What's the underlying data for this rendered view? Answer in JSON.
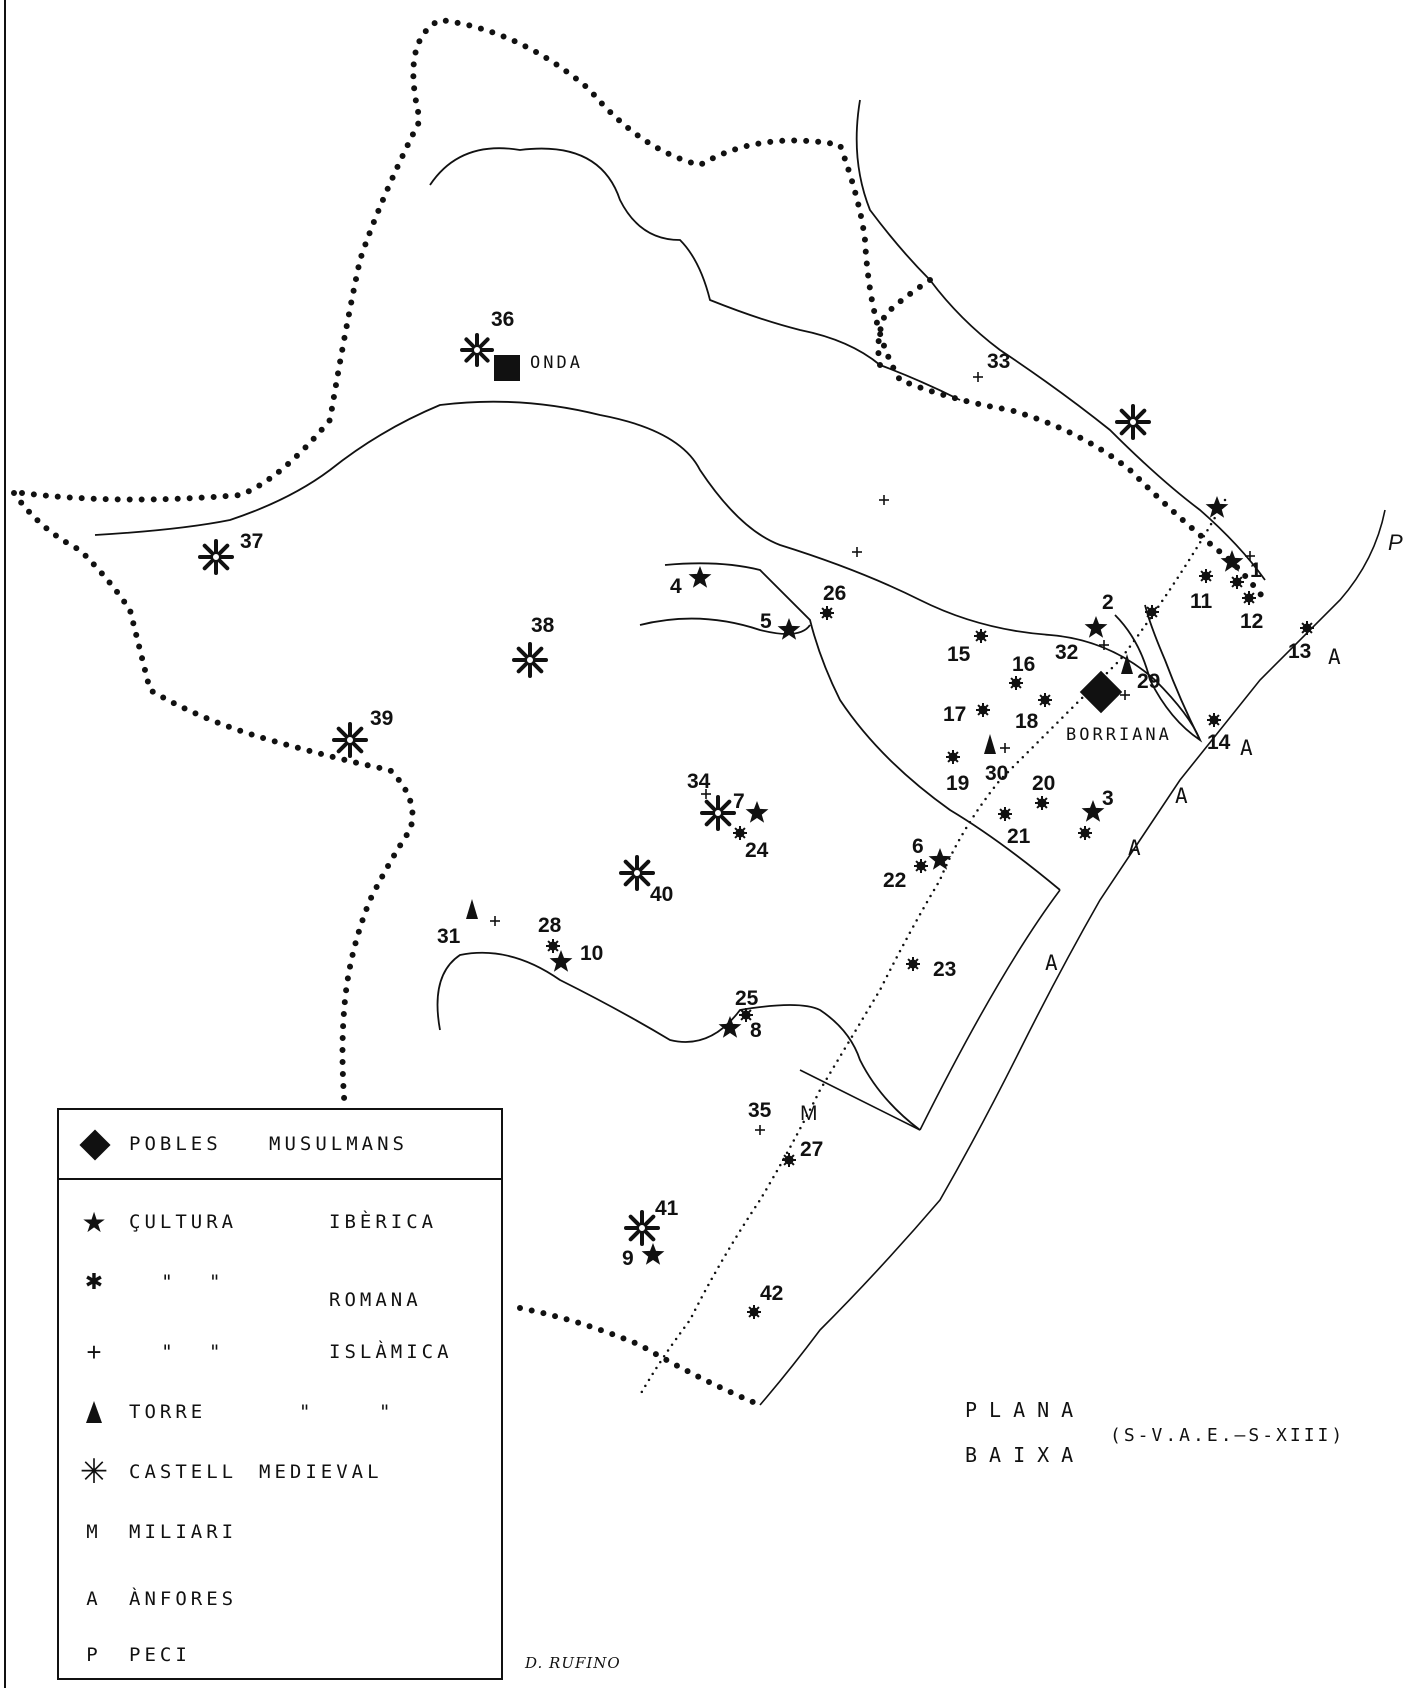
{
  "places": {
    "onda": "ONDA",
    "borriana": "BORRIANA",
    "p_edge": "P"
  },
  "legend": {
    "muslim_towns": {
      "a": "POBLES",
      "b": "MUSULMANS",
      "icon": "diamond-icon"
    },
    "iberian": {
      "a": "ÇULTURA",
      "b": "IBÈRICA",
      "icon": "star-icon"
    },
    "roman": {
      "ditto1": "\"",
      "ditto2": "\"",
      "b": "ROMANA",
      "icon": "roman-dot-icon"
    },
    "islamic": {
      "ditto1": "\"",
      "ditto2": "\"",
      "b": "ISLÀMICA",
      "icon": "cross-icon"
    },
    "tower": {
      "a": "TORRE",
      "ditto1": "\"",
      "ditto2": "\"",
      "icon": "triangle-icon"
    },
    "castle": {
      "a": "CASTELL",
      "b": "MEDIEVAL",
      "icon": "castle-asterisk-icon"
    },
    "milestone": {
      "sym": "M",
      "a": "MILIARI"
    },
    "amphorae": {
      "sym": "A",
      "a": "ÀNFORES"
    },
    "shipwreck": {
      "sym": "P",
      "a": "PECI"
    }
  },
  "title": {
    "line1": "PLANA",
    "line2": "BAIXA",
    "period": "(S-V.A.E.—S-XIII)"
  },
  "signature": "D. RUFINO",
  "sites": [
    "1",
    "2",
    "3",
    "4",
    "5",
    "6",
    "7",
    "8",
    "9",
    "10",
    "11",
    "12",
    "13",
    "14",
    "15",
    "16",
    "17",
    "18",
    "19",
    "20",
    "21",
    "22",
    "23",
    "24",
    "25",
    "26",
    "27",
    "28",
    "29",
    "30",
    "31",
    "32",
    "33",
    "34",
    "35",
    "36",
    "37",
    "38",
    "39",
    "40",
    "41",
    "42"
  ],
  "amphora_labels": [
    "A",
    "A",
    "A",
    "A",
    "A"
  ],
  "milestone_label": "M"
}
